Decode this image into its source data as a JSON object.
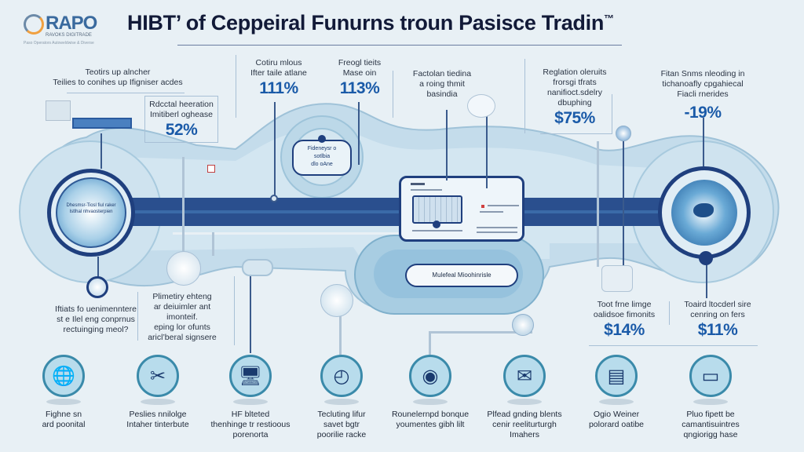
{
  "header": {
    "logo": {
      "name": "RAPO",
      "tagline": "RAVOKS DIGITRADE",
      "subline": "Paso Operators Autoweldwise & Diverse"
    },
    "title": "HIBT’ of Ceppeiral Funurns troun Pasisce Tradin",
    "trademark": "™"
  },
  "callouts_top": [
    {
      "id": "top-left",
      "text": [
        "Teotirs up alncher",
        "Teilies to conihes up Ifigniser acdes"
      ]
    },
    {
      "id": "left-box",
      "text": [
        "Rdcctal heeration",
        "Imitiberl oghease"
      ],
      "value": "52%"
    },
    {
      "id": "center-left",
      "text": [
        "Cotiru mlous",
        "Ifter taile atlane"
      ],
      "value": "111%"
    },
    {
      "id": "center",
      "text": [
        "Freogl tieits",
        "Mase oin"
      ],
      "value": "113%"
    },
    {
      "id": "center-right",
      "text": [
        "Factolan tiedina",
        "a roing thmit",
        "basindia"
      ]
    },
    {
      "id": "right-box",
      "text": [
        "Reglation oleruits",
        "frorsgi tfrats",
        "nanifioct.sdelry",
        "dbuphing"
      ],
      "value": "$75%"
    },
    {
      "id": "top-right",
      "text": [
        "Fitan Snms nleoding in",
        "tichanoafly cpgahiecal",
        "Fiacli rnerides"
      ],
      "value": "-19%"
    }
  ],
  "band": {
    "left_hub_label": [
      "Dhesmsr-Tiosl fiul raker",
      "Istlhal nhvaosterpien"
    ],
    "center_ring_label": [
      "Fideneysr o",
      "sotlbia",
      "dlo oAne"
    ],
    "center_pill": "Mulefeal Mioohinrisle"
  },
  "callouts_bottom": [
    {
      "id": "bottom-left",
      "text": [
        "Iftiats fo uenimenntere",
        "st e Ilel eng conprnus",
        "rectuinging meol?"
      ]
    },
    {
      "id": "bottom-left-2",
      "text": [
        "Plimetiry ehteng",
        "ar deiuimler ant",
        "imonteif.",
        "eping lor ofunts",
        "aricl’beral signsere"
      ]
    },
    {
      "id": "bottom-right-1",
      "text": [
        "Toot frne limge",
        "oalidsoe fimonits"
      ],
      "value": "$14%"
    },
    {
      "id": "bottom-right-2",
      "text": [
        "Toaird ltocderl sire",
        "cenring on fers"
      ],
      "value": "$11%"
    }
  ],
  "icons": [
    {
      "icon": "globe-balloon-icon",
      "glyph": "🌐",
      "label": [
        "Fighne sn",
        "ard poonital"
      ]
    },
    {
      "icon": "wrench-tools-icon",
      "glyph": "✂",
      "label": [
        "Peslies nnilolge",
        "Intaher tinterbute"
      ]
    },
    {
      "icon": "monitor-icon",
      "glyph": "🖥",
      "label": [
        "HF blteted",
        "thenhinge tr restioous",
        "porenorta"
      ]
    },
    {
      "icon": "clock-chart-icon",
      "glyph": "◴",
      "label": [
        "Tecluting lifur",
        "savet bgtr",
        "poorilie racke"
      ]
    },
    {
      "icon": "camera-network-icon",
      "glyph": "◉",
      "label": [
        "Rounelernpd bonque",
        "youmentes gibh lilt"
      ]
    },
    {
      "icon": "inbox-robot-icon",
      "glyph": "✉",
      "label": [
        "Plfead gnding blents",
        "cenir reeliturturgh",
        "Imahers"
      ]
    },
    {
      "icon": "document-chart-icon",
      "glyph": "▤",
      "label": [
        "Ogio Weiner",
        "polorard oatibe"
      ]
    },
    {
      "icon": "desktop-icon",
      "glyph": "▭",
      "label": [
        "Pluo fipett be",
        "camantisuintres",
        "qngiorigg hase"
      ]
    }
  ],
  "colors": {
    "background": "#e8f0f5",
    "title": "#121a38",
    "accent_blue": "#1a5aa8",
    "navy": "#2a4f8e",
    "band_light": "#b8d6e8",
    "icon_ring": "#3a8aaa"
  }
}
